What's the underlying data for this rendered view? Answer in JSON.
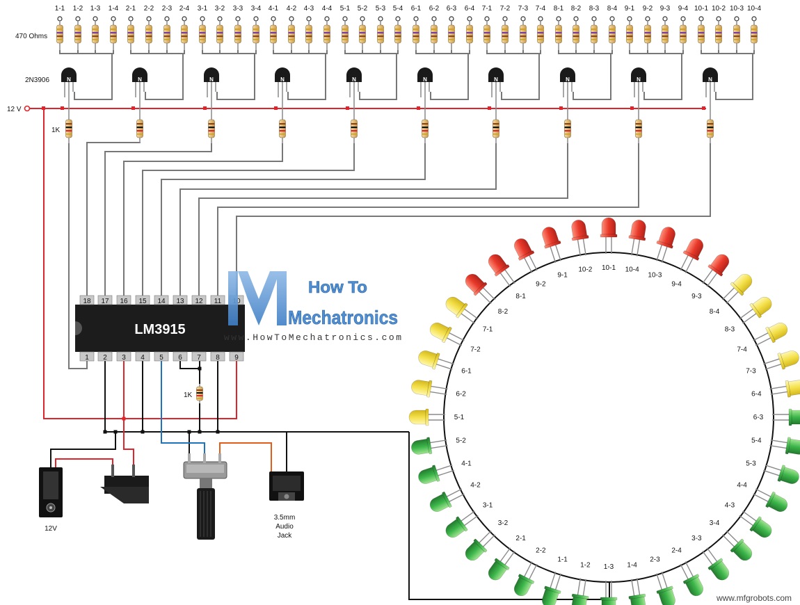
{
  "resistor_top_labels": [
    "1-1",
    "1-2",
    "1-3",
    "1-4",
    "2-1",
    "2-2",
    "2-3",
    "2-4",
    "3-1",
    "3-2",
    "3-3",
    "3-4",
    "4-1",
    "4-2",
    "4-3",
    "4-4",
    "5-1",
    "5-2",
    "5-3",
    "5-4",
    "6-1",
    "6-2",
    "6-3",
    "6-4",
    "7-1",
    "7-2",
    "7-3",
    "7-4",
    "8-1",
    "8-2",
    "8-3",
    "8-4",
    "9-1",
    "9-2",
    "9-3",
    "9-4",
    "10-1",
    "10-2",
    "10-3",
    "10-4"
  ],
  "labels": {
    "resistor_value": "470 Ohms",
    "transistor_part": "2N3906",
    "supply": "12 V",
    "base_resistor": "1K",
    "chip_resistor": "1K",
    "chip_name": "LM3915",
    "dc_jack": "12V",
    "audio_jack": [
      "3.5mm",
      "Audio",
      "Jack"
    ],
    "transistor_mark": "N"
  },
  "chip": {
    "top_pins": [
      "18",
      "17",
      "16",
      "15",
      "14",
      "13",
      "12",
      "11",
      "10"
    ],
    "bottom_pins": [
      "1",
      "2",
      "3",
      "4",
      "5",
      "6",
      "7",
      "8",
      "9"
    ]
  },
  "watermark": {
    "line1": "How To",
    "line2": "Mechatronics",
    "url": "www.HowToMechatronics.com"
  },
  "credit": "www.mfgrobots.com",
  "led_ring": {
    "labels": [
      "10-1",
      "10-4",
      "10-3",
      "9-4",
      "9-3",
      "8-4",
      "8-3",
      "7-4",
      "7-3",
      "6-4",
      "6-3",
      "5-4",
      "5-3",
      "4-4",
      "4-3",
      "3-4",
      "3-3",
      "2-4",
      "2-3",
      "1-4",
      "1-3",
      "1-2",
      "1-1",
      "2-2",
      "2-1",
      "3-2",
      "3-1",
      "4-2",
      "4-1",
      "5-2",
      "5-1",
      "6-2",
      "6-1",
      "7-2",
      "7-1",
      "8-2",
      "8-1",
      "9-2",
      "9-1",
      "10-2"
    ],
    "colors": {
      "red": "#e8392a",
      "yellow": "#f4e04a",
      "green": "#3cb54a"
    }
  },
  "colors": {
    "supply_wire": "#e0242b",
    "ground_wire": "#111111",
    "signal_wire": "#1e73be",
    "audio_wire": "#e25c1a",
    "link_wire": "#777777",
    "chip_body": "#1c1c1c",
    "pin": "#c8c8c8"
  }
}
